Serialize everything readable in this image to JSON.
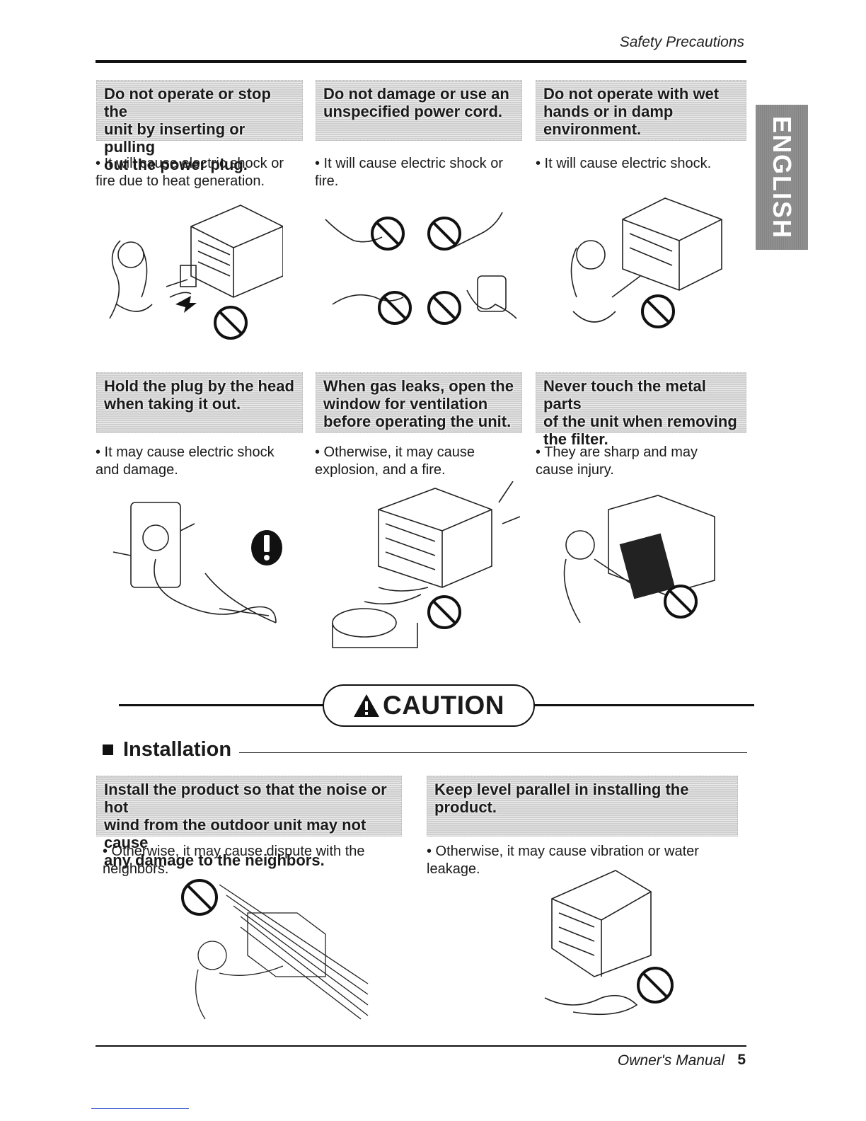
{
  "header": {
    "title": "Safety Precautions"
  },
  "side_tab": {
    "label": "ENGLISH"
  },
  "warnings": [
    {
      "box": "Do not operate or stop the\nunit by inserting or pulling\nout the power plug.",
      "bullet": "• It will cause electric shock or\n  fire due to heat generation."
    },
    {
      "box": "Do not damage or use an\nunspecified power cord.",
      "bullet": "• It will cause electric shock or\n  fire."
    },
    {
      "box": "Do not operate with wet\nhands or in damp\nenvironment.",
      "bullet": "• It will cause electric shock."
    },
    {
      "box": "Hold the plug by the head\nwhen taking it out.",
      "bullet": "• It may cause electric shock\n  and damage."
    },
    {
      "box": "When gas leaks, open the\nwindow for ventilation\nbefore operating the unit.",
      "bullet": "• Otherwise, it may cause\n  explosion, and a fire."
    },
    {
      "box": "Never touch the metal parts\nof the unit when removing\nthe filter.",
      "bullet": "• They are sharp and may\n  cause injury."
    }
  ],
  "caution": {
    "label": "CAUTION"
  },
  "installation": {
    "title": "Installation",
    "items": [
      {
        "box": "Install the product so that the noise or hot\nwind from the outdoor unit may not cause\nany damage to the neighbors.",
        "bullet": "• Otherwise, it may cause dispute with the\n  neighbors."
      },
      {
        "box": "Keep level parallel in installing the product.",
        "bullet": "• Otherwise, it may cause vibration or water\n  leakage."
      }
    ]
  },
  "footer": {
    "manual": "Owner's Manual",
    "page": "5"
  }
}
